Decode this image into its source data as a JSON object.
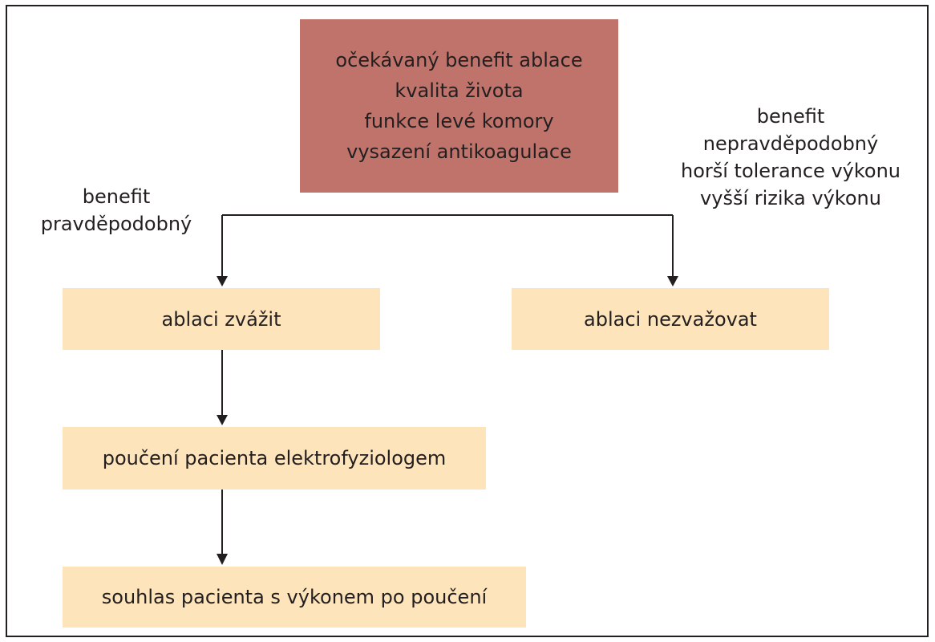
{
  "top_box": {
    "lines": [
      "očekávaný benefit ablace",
      "kvalita života",
      "funkce levé komory",
      "vysazení antikoagulace"
    ]
  },
  "left_label": {
    "lines": [
      "benefit",
      "pravděpodobný"
    ]
  },
  "right_label": {
    "lines": [
      "benefit",
      "nepravděpodobný",
      "horší tolerance výkonu",
      "vyšší rizika výkonu"
    ]
  },
  "boxes": {
    "consider": "ablaci zvážit",
    "not_consider": "ablaci nezvažovat",
    "education": "poučení pacienta elektrofyziologem",
    "consent": "souhlas pacienta s výkonem po poučení"
  },
  "colors": {
    "top_box": "#c0736b",
    "action_box": "#fde4ba",
    "line": "#231f20"
  }
}
